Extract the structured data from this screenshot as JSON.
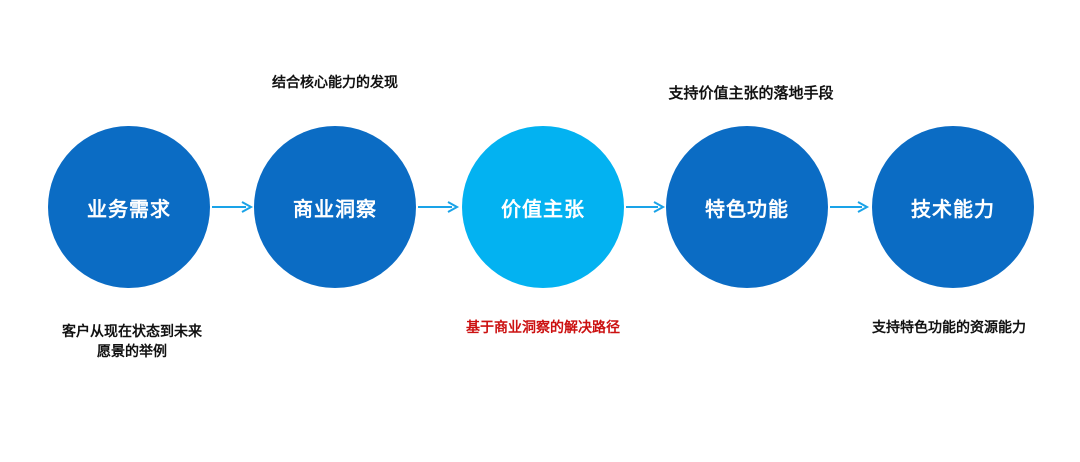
{
  "flow": {
    "steps": [
      {
        "label": "业务需求"
      },
      {
        "label": "商业洞察"
      },
      {
        "label": "价值主张"
      },
      {
        "label": "特色功能"
      },
      {
        "label": "技术能力"
      }
    ]
  },
  "notes": {
    "insight_top": "结合核心能力的发现",
    "feature_top": "支持价值主张的落地手段",
    "demand_bottom_line1": "客户从现在状态到未来",
    "demand_bottom_line2": "愿景的举例",
    "value_bottom": "基于商业洞察的解决路径",
    "tech_bottom": "支持特色功能的资源能力"
  },
  "colors": {
    "primary": "#0b6cc4",
    "highlight": "#03b2f1",
    "arrow": "#1aa3e8",
    "emphasis_text": "#cc1111"
  }
}
